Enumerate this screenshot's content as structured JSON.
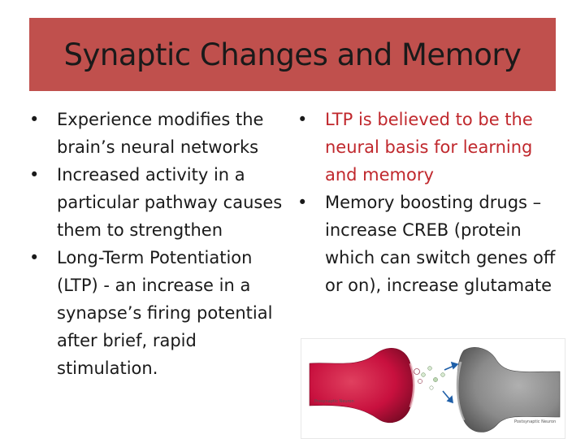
{
  "slide": {
    "title": "Synaptic Changes and Memory",
    "left_bullets": [
      "Experience modifies the brain’s neural networks",
      "Increased activity in a particular pathway causes them to strengthen",
      "Long-Term Potentiation (LTP) -  an increase in a synapse’s firing potential after brief, rapid stimulation."
    ],
    "right_bullets": [
      "LTP is believed to be the neural basis for learning and memory",
      "Memory boosting drugs – increase CREB (protein which can switch genes off or on), increase glutamate"
    ],
    "figure": {
      "presynaptic_label": "Presynaptic Neuron",
      "postsynaptic_label": "Postsynaptic Neuron"
    }
  },
  "colors": {
    "title_bar": "#c0504d",
    "highlight_text": "#c0282d",
    "presynaptic_neuron": "#c8103e",
    "postsynaptic_neuron": "#8a8a8a"
  }
}
